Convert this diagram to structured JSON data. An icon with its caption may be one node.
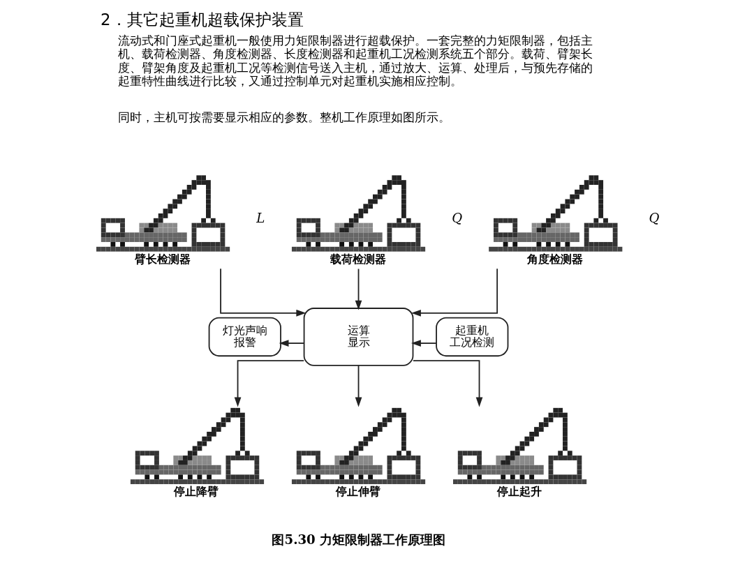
{
  "diagram": {
    "title": "2．其它起重机超载保护装置",
    "caption": "图5.30 力矩限制器工作原理图",
    "nodes": [
      {
        "text": [],
        "shape": "picture",
        "beside": [
          "臂长检测器"
        ]
      },
      {
        "text": [],
        "shape": "picture",
        "beside": [
          "载荷检测器"
        ]
      },
      {
        "text": [],
        "shape": "picture",
        "beside": [
          "角度检测器"
        ]
      },
      {
        "text": [
          "灯光声响报警"
        ]
      },
      {
        "text": [
          "运算",
          "显示"
        ]
      },
      {
        "text": [
          "起重机工况检测"
        ]
      },
      {
        "text": [],
        "shape": "picture",
        "beside": [
          "停止降臂"
        ]
      },
      {
        "text": [],
        "shape": "picture",
        "beside": [
          "停止伸臂"
        ]
      },
      {
        "text": [],
        "shape": "picture",
        "beside": [
          "停止起升"
        ]
      }
    ],
    "edges": [
      {
        "from": 0,
        "to": 4,
        "arrow": "to"
      },
      {
        "from": 1,
        "to": 4,
        "arrow": "to"
      },
      {
        "from": 2,
        "to": 4,
        "arrow": "to"
      },
      {
        "from": 4,
        "to": 3,
        "arrow": "to"
      },
      {
        "from": 5,
        "to": 4,
        "arrow": "to"
      },
      {
        "from": 4,
        "to": 6,
        "arrow": "to"
      },
      {
        "from": 4,
        "to": 7,
        "arrow": "to"
      },
      {
        "from": 4,
        "to": 8,
        "arrow": "to"
      }
    ],
    "labels": [
      "流动式和门座式起重机一般使用力矩限制器进行超载保护。一套完整的力矩限制器，包括主机、载荷检测器、角度检测器、长度检测器和起重机工况检测系统五个部分。载荷、臂架长度、臂架角度及起重机工况等检测信号送入主机，通过放大、运算、处理后，与预先存储的起重特性曲线进行比较，又通过控制单元对起重机实施相应控制。",
      "同时，主机可按需要显示相应的参数。整机工作原理如图所示。",
      "L",
      "Q",
      "Q"
    ]
  }
}
